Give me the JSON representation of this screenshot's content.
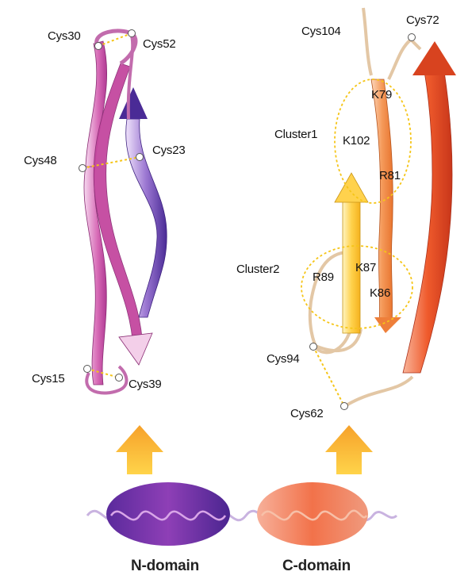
{
  "n_domain": {
    "label": "N-domain",
    "color": "#8a3fb0",
    "residues": {
      "cys30": "Cys30",
      "cys52": "Cys52",
      "cys48": "Cys48",
      "cys23": "Cys23",
      "cys15": "Cys15",
      "cys39": "Cys39"
    }
  },
  "c_domain": {
    "label": "C-domain",
    "color": "#f07a55",
    "residues": {
      "cys104": "Cys104",
      "cys72": "Cys72",
      "k79": "K79",
      "k102": "K102",
      "r81": "R81",
      "r89": "R89",
      "k87": "K87",
      "k86": "K86",
      "cys94": "Cys94",
      "cys62": "Cys62"
    },
    "clusters": {
      "cluster1": "Cluster1",
      "cluster2": "Cluster2"
    }
  },
  "colors": {
    "arrow": "#f6a623",
    "disulfide": "#f5c518",
    "loop": "#e3c7a5",
    "linker": "#c9b3e0"
  }
}
